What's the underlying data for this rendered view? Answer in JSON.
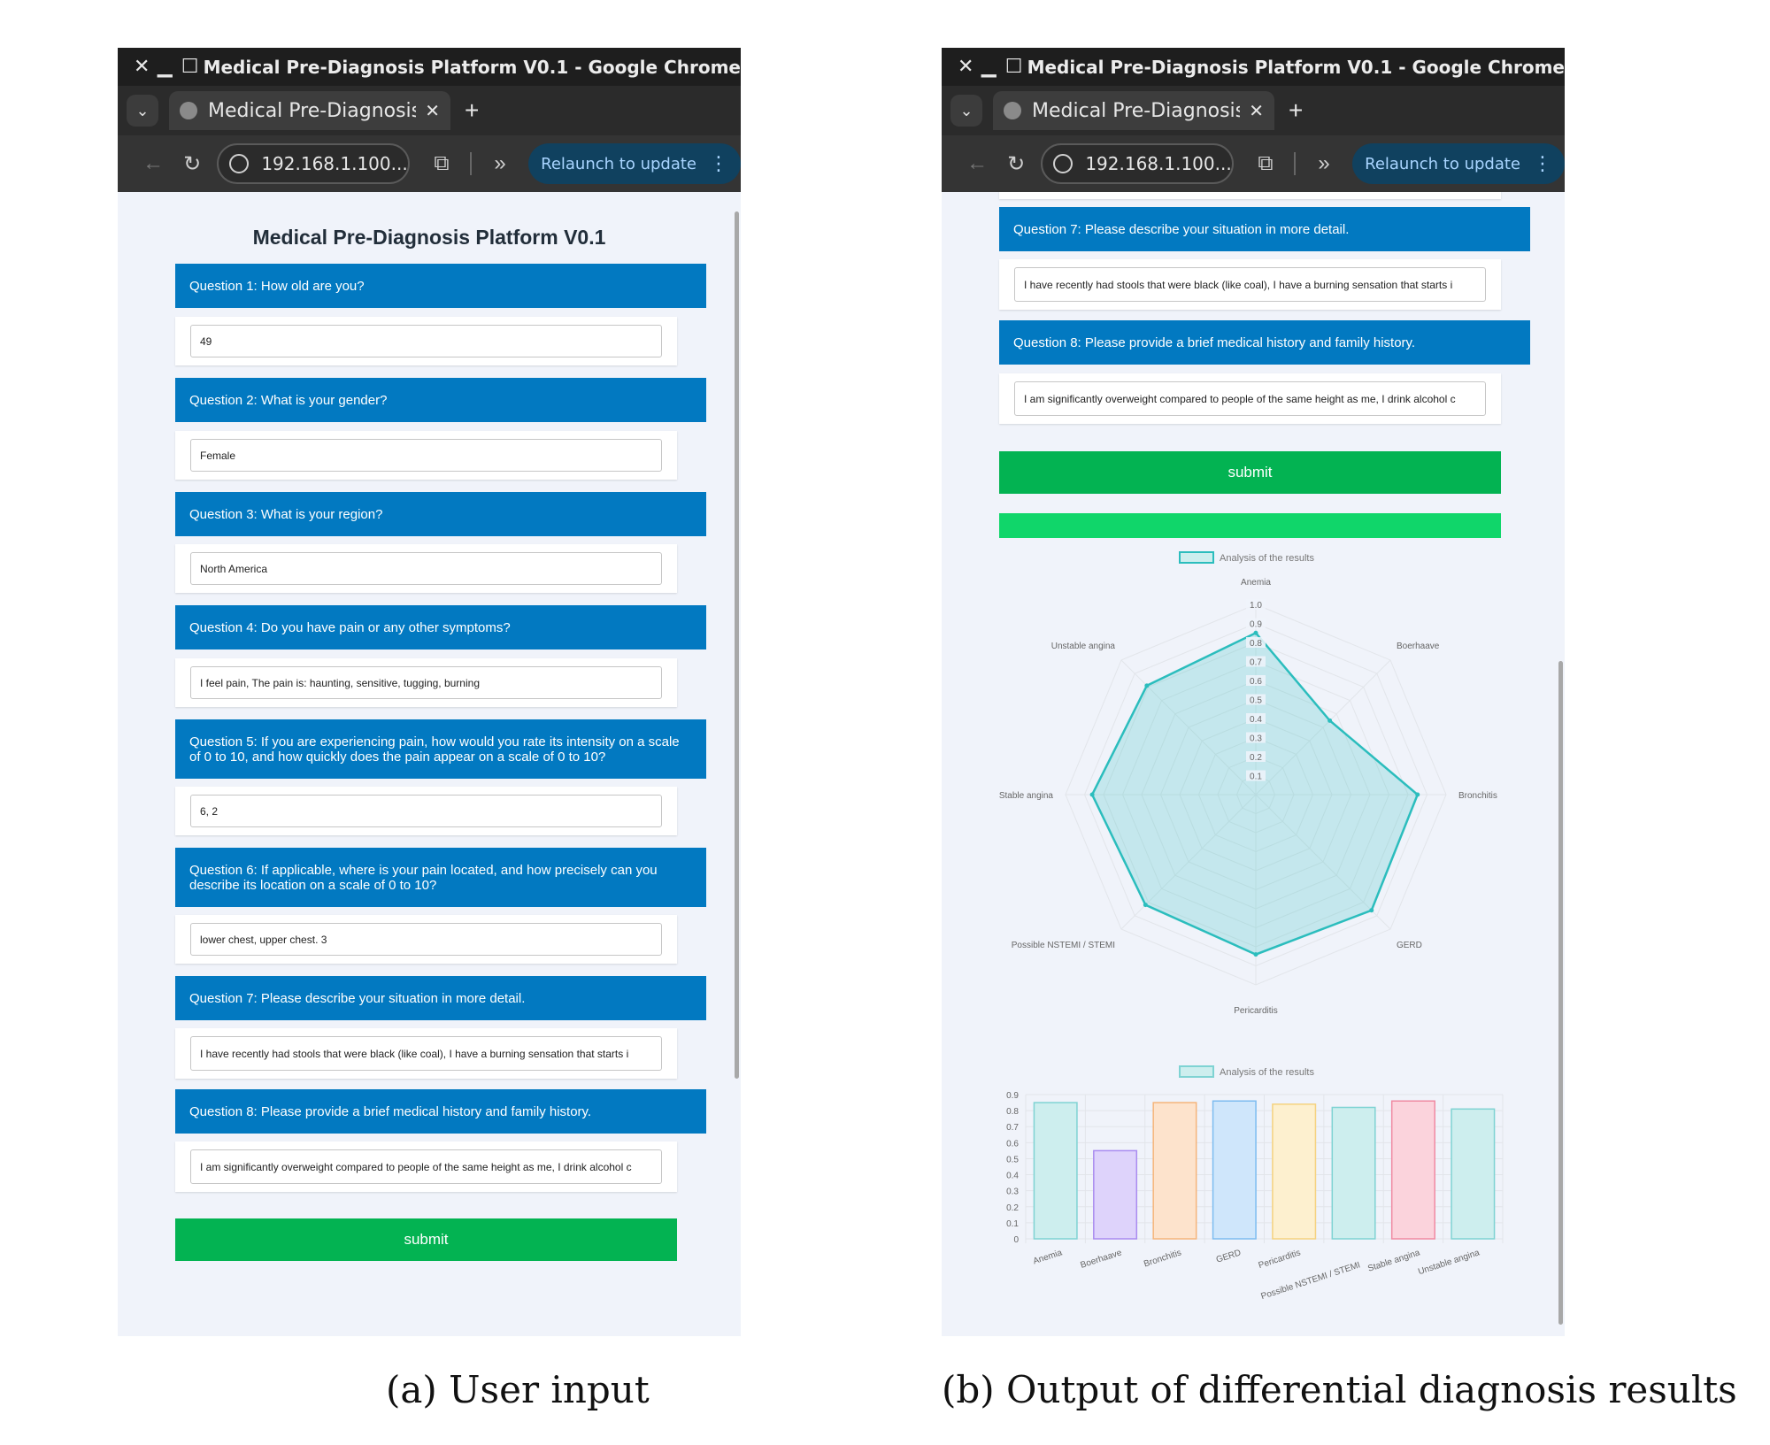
{
  "browser": {
    "window_title": "Medical Pre-Diagnosis Platform V0.1 - Google Chrome",
    "tab_title": "Medical Pre-Diagnosis",
    "address": "192.168.1.100...",
    "relaunch_label": "Relaunch to update"
  },
  "form": {
    "title": "Medical Pre-Diagnosis Platform V0.1",
    "questions": [
      {
        "label": "Question 1: How old are you?",
        "answer": "49"
      },
      {
        "label": "Question 2: What is your gender?",
        "answer": "Female"
      },
      {
        "label": "Question 3: What is your region?",
        "answer": "North America"
      },
      {
        "label": "Question 4: Do you have pain or any other symptoms?",
        "answer": "I feel pain, The pain is: haunting, sensitive, tugging, burning"
      },
      {
        "label": "Question 5: If you are experiencing pain, how would you rate its intensity on a scale of 0 to 10, and how quickly does the pain appear on a scale of 0 to 10?",
        "answer": "6, 2"
      },
      {
        "label": "Question 6: If applicable, where is your pain located, and how precisely can you describe its location on a scale of 0 to 10?",
        "answer": "lower chest, upper chest. 3"
      },
      {
        "label": "Question 7: Please describe your situation in more detail.",
        "answer": "I have recently had stools that were black (like coal), I have a burning sensation that starts i"
      },
      {
        "label": "Question 8: Please provide a brief medical history and family history.",
        "answer": "I am significantly overweight compared to people of the same height as me, I drink alcohol c"
      }
    ],
    "submit_label": "submit"
  },
  "captions": {
    "a": "(a) User input",
    "b": "(b) Output of differential diagnosis results"
  },
  "chart_data": [
    {
      "type": "radar",
      "legend": "Analysis of the results",
      "categories": [
        "Anemia",
        "Boerhaave",
        "Bronchitis",
        "GERD",
        "Pericarditis",
        "Possible NSTEMI / STEMI",
        "Stable angina",
        "Unstable angina"
      ],
      "values": [
        0.85,
        0.55,
        0.85,
        0.86,
        0.84,
        0.82,
        0.86,
        0.81
      ],
      "rlim": [
        0,
        1.0
      ],
      "ticks": [
        "0.1",
        "0.2",
        "0.3",
        "0.4",
        "0.5",
        "0.6",
        "0.7",
        "0.8",
        "0.9",
        "1.0"
      ],
      "color": "#2bbdbd"
    },
    {
      "type": "bar",
      "legend": "Analysis of the results",
      "categories": [
        "Anemia",
        "Boerhaave",
        "Bronchitis",
        "GERD",
        "Pericarditis",
        "Possible NSTEMI / STEMI",
        "Stable angina",
        "Unstable angina"
      ],
      "values": [
        0.85,
        0.55,
        0.85,
        0.86,
        0.84,
        0.82,
        0.86,
        0.81
      ],
      "ylim": [
        0,
        0.9
      ],
      "yticks": [
        "0",
        "0.1",
        "0.2",
        "0.3",
        "0.4",
        "0.5",
        "0.6",
        "0.7",
        "0.8",
        "0.9"
      ],
      "colors": [
        {
          "fill": "#cdeeee",
          "stroke": "#7fd3d3"
        },
        {
          "fill": "#ded3fb",
          "stroke": "#a98bf0"
        },
        {
          "fill": "#fde3cc",
          "stroke": "#f5b47a"
        },
        {
          "fill": "#cfe6fb",
          "stroke": "#7dbcf0"
        },
        {
          "fill": "#fdf0cf",
          "stroke": "#f5d27f"
        },
        {
          "fill": "#cdeeee",
          "stroke": "#7fd3d3"
        },
        {
          "fill": "#fbd3dc",
          "stroke": "#f08aa2"
        },
        {
          "fill": "#cdeeee",
          "stroke": "#7fd3d3"
        }
      ]
    }
  ]
}
